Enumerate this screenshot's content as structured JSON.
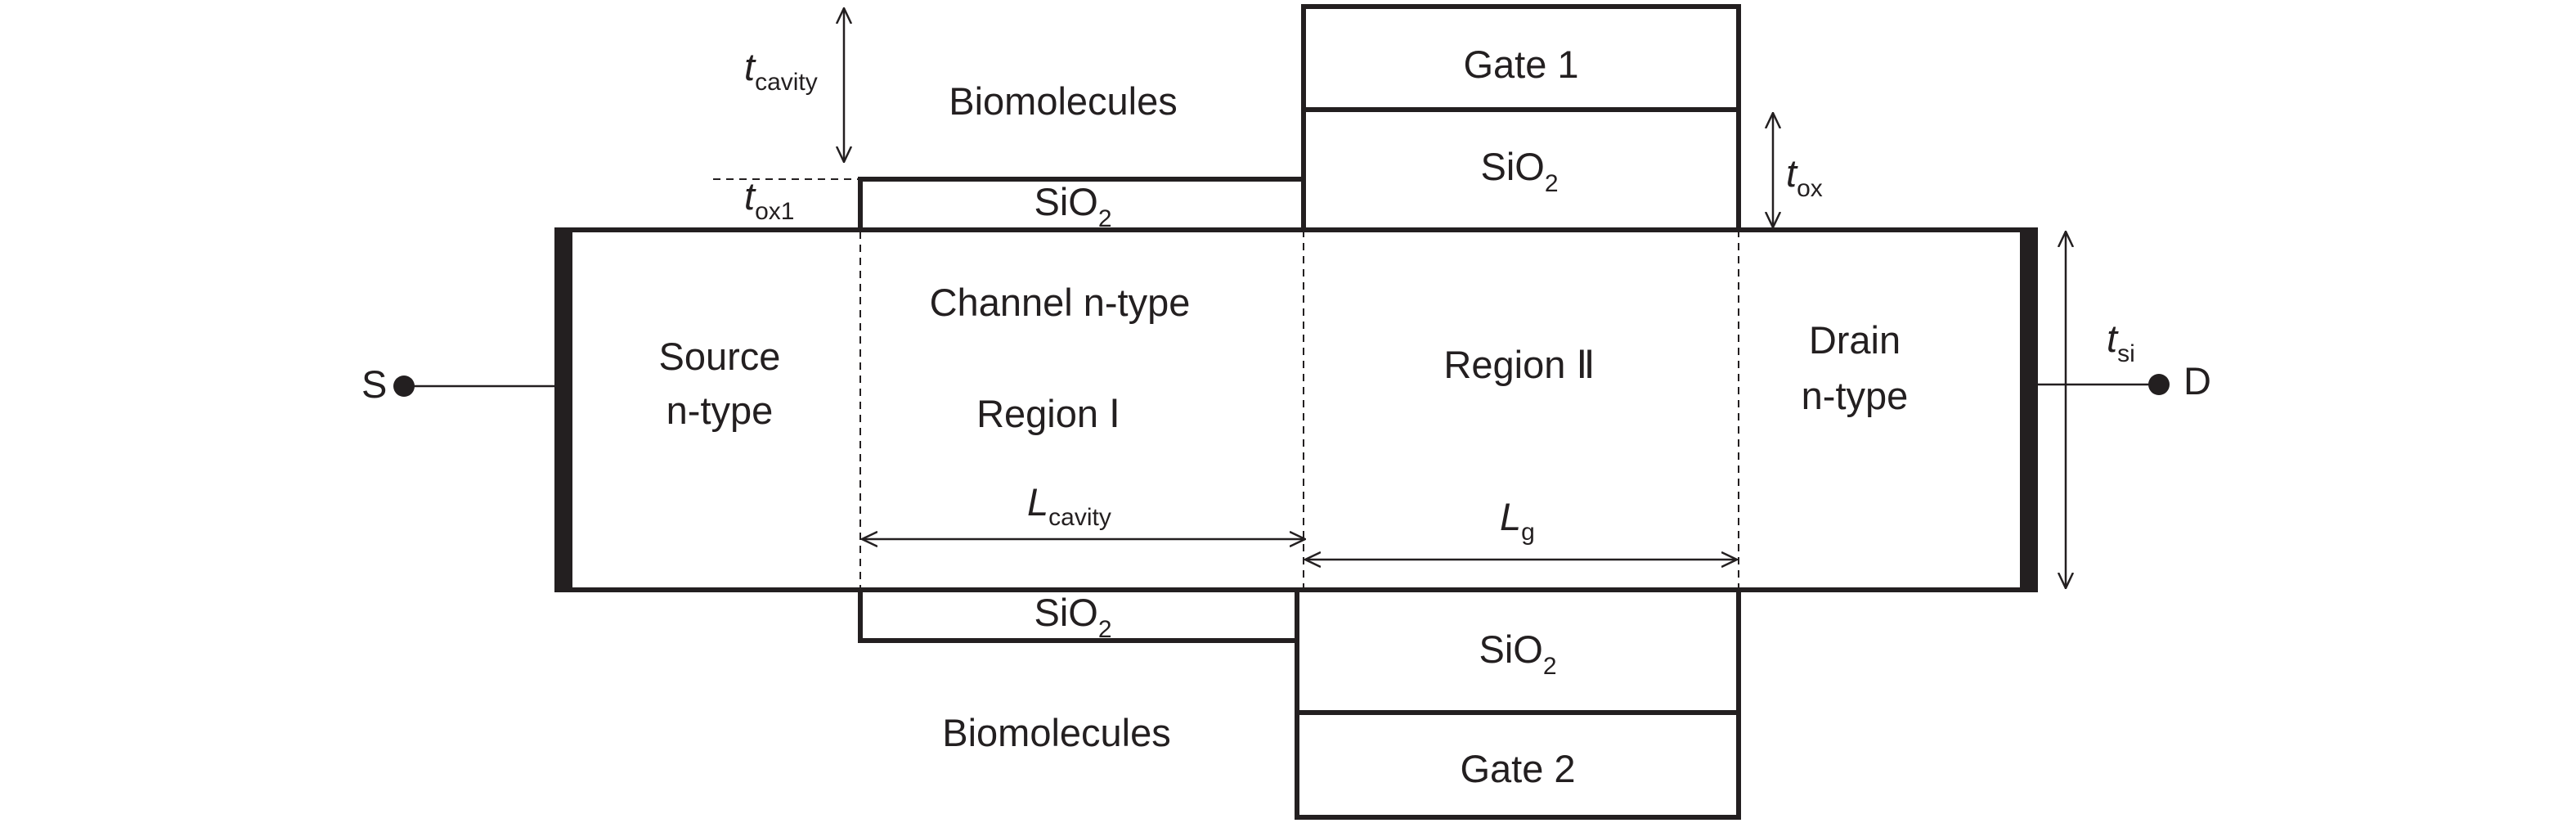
{
  "labels": {
    "gate1": "Gate 1",
    "gate2": "Gate 2",
    "oxide": "SiO",
    "oxide_sub": "2",
    "bio": "Biomolecules",
    "source_l1": "Source",
    "source_l2": "n-type",
    "drain_l1": "Drain",
    "drain_l2": "n-type",
    "channel": "Channel n-type",
    "region1": "Region Ⅰ",
    "region2": "Region Ⅱ",
    "terminal_s": "S",
    "terminal_d": "D"
  },
  "dimensions": {
    "t_cavity": {
      "sym": "t",
      "sub": "cavity"
    },
    "t_ox1": {
      "sym": "t",
      "sub": "ox1"
    },
    "t_ox": {
      "sym": "t",
      "sub": "ox"
    },
    "t_si": {
      "sym": "t",
      "sub": "si"
    },
    "L_cavity": {
      "sym": "L",
      "sub": "cavity"
    },
    "L_g": {
      "sym": "L",
      "sub": "g"
    }
  },
  "colors": {
    "stroke": "#231f20",
    "background": "#ffffff"
  }
}
